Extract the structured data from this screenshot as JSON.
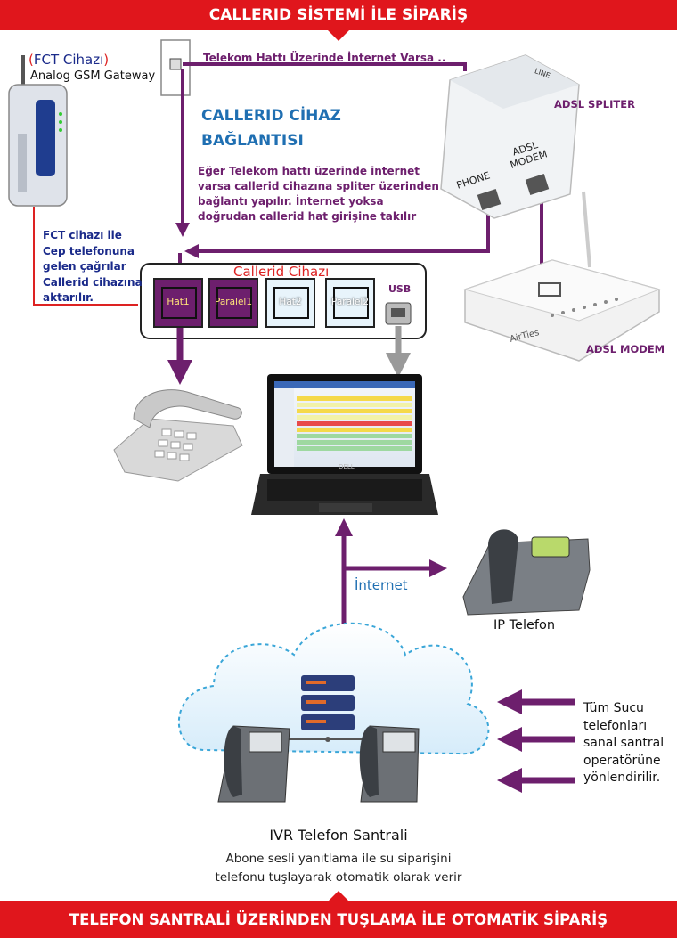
{
  "banners": {
    "top": "CALLERID SİSTEMİ İLE SİPARİŞ",
    "bottom": "TELEFON SANTRALİ ÜZERİNDEN TUŞLAMA İLE OTOMATİK SİPARİŞ"
  },
  "fct": {
    "paren_open": "(",
    "name": "FCT Cihazı",
    "paren_close": ")",
    "subtitle": "Analog GSM Gateway",
    "description": [
      "FCT cihazı ile",
      "Cep telefonuna",
      "gelen çağrılar",
      "Callerid cihazına",
      "aktarılır."
    ]
  },
  "telekom_note": "Telekom Hattı Üzerinde İnternet Varsa ..",
  "title": [
    "CALLERID CİHAZ",
    "BAĞLANTISI"
  ],
  "explanation": [
    "Eğer Telekom hattı üzerinde internet",
    "varsa callerid cihazına spliter üzerinden",
    "bağlantı yapılır. İnternet yoksa",
    "doğrudan callerid hat girişine takılır"
  ],
  "splitter": {
    "label": "ADSL SPLITER",
    "line": "LINE",
    "phone": "PHONE",
    "modem": [
      "ADSL",
      "MODEM"
    ]
  },
  "modem": {
    "label": "ADSL MODEM",
    "brand": "AirTies"
  },
  "callerid_device": {
    "title": "Callerid Cihazı",
    "ports": [
      "Hat1",
      "Paralel1",
      "Hat2",
      "Paralel2"
    ],
    "usb": "USB"
  },
  "laptop_brand": "DELL",
  "internet_label": "İnternet",
  "ip_phone": {
    "label": "IP Telefon"
  },
  "ivr": {
    "title": "IVR Telefon Santrali",
    "description": [
      "Abone sesli yanıtlama ile su siparişini",
      "telefonu tuşlayarak otomatik olarak verir"
    ]
  },
  "sucu_note": [
    "Tüm Sucu",
    "telefonları",
    "sanal santral",
    "operatörüne",
    "yönlendirilir."
  ],
  "colors": {
    "banner": "#e0161c",
    "purple": "#6d1f6d",
    "blue_title": "#1f6fb2",
    "navy_text": "#1a2a8a"
  }
}
